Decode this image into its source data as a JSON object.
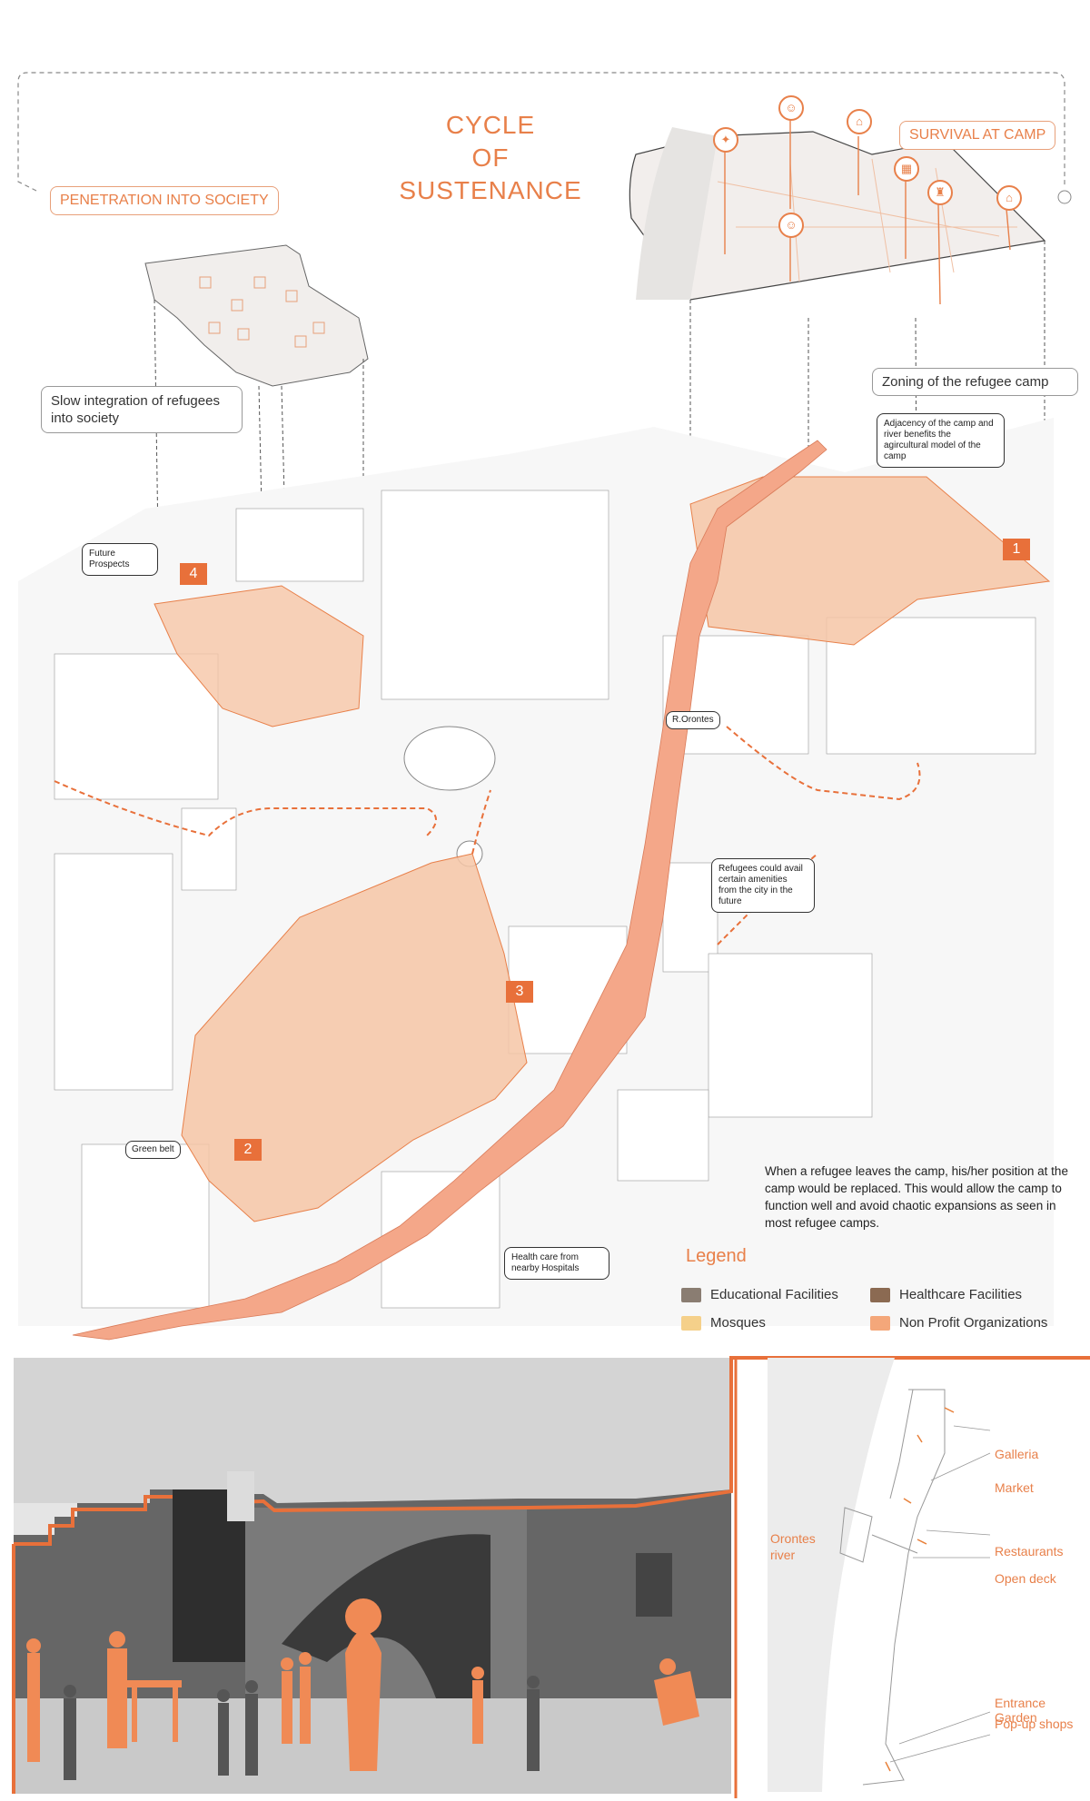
{
  "header": {
    "title_lines": [
      "CYCLE",
      "OF",
      "SUSTENANCE"
    ],
    "penetration_label": "PENETRATION INTO SOCIETY",
    "survival_label": "SURVIVAL  AT CAMP"
  },
  "labels": {
    "slow_integration": "Slow integration of refugees into society",
    "zoning": "Zoning of the refugee camp",
    "adjacency_callout": "Adjacency of the camp and river benefits the agircultural model of the camp",
    "future_prospects": "Future Prospects",
    "r_orontes": "R.Orontes",
    "amenities_callout": "Refugees could avail certain amenities from the city in the future",
    "green_belt": "Green belt",
    "health_care_callout": "Health care from nearby Hospitals"
  },
  "flags": [
    "1",
    "2",
    "3",
    "4"
  ],
  "note": "When a refugee leaves the camp, his/her position at the camp would be replaced. This would allow the camp to function well and avoid chaotic expansions as seen in most refugee camps.",
  "legend": {
    "title": "Legend",
    "items": [
      {
        "label": "Educational Facilities",
        "color": "#8a7d72"
      },
      {
        "label": "Healthcare Facilities",
        "color": "#8b6a52"
      },
      {
        "label": "Mosques",
        "color": "#f5d08a"
      },
      {
        "label": "Non Profit Organizations",
        "color": "#f4a77a"
      }
    ]
  },
  "plan": {
    "river_label": "Orontes river",
    "items": [
      "Galleria",
      "Market",
      "Restaurants",
      "Open deck",
      "Entrance Garden",
      "Pop-up shops"
    ]
  },
  "colors": {
    "accent": "#e8804a",
    "zone_fill": "#f6c6a6",
    "river": "#f4a789"
  }
}
